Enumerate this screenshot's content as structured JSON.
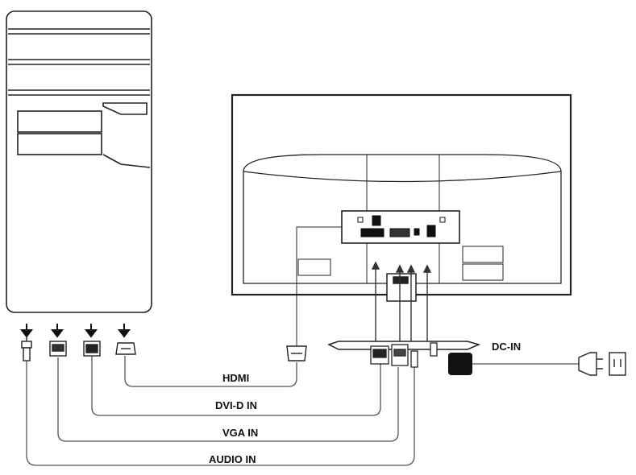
{
  "labels": {
    "hdmi": "HDMI",
    "dvi": "DVI-D IN",
    "vga": "VGA IN",
    "audio": "AUDIO IN",
    "dc_in": "DC-IN"
  },
  "colors": {
    "line": "#222222",
    "cable": "#555555",
    "background": "#ffffff",
    "adapter": "#111111"
  }
}
